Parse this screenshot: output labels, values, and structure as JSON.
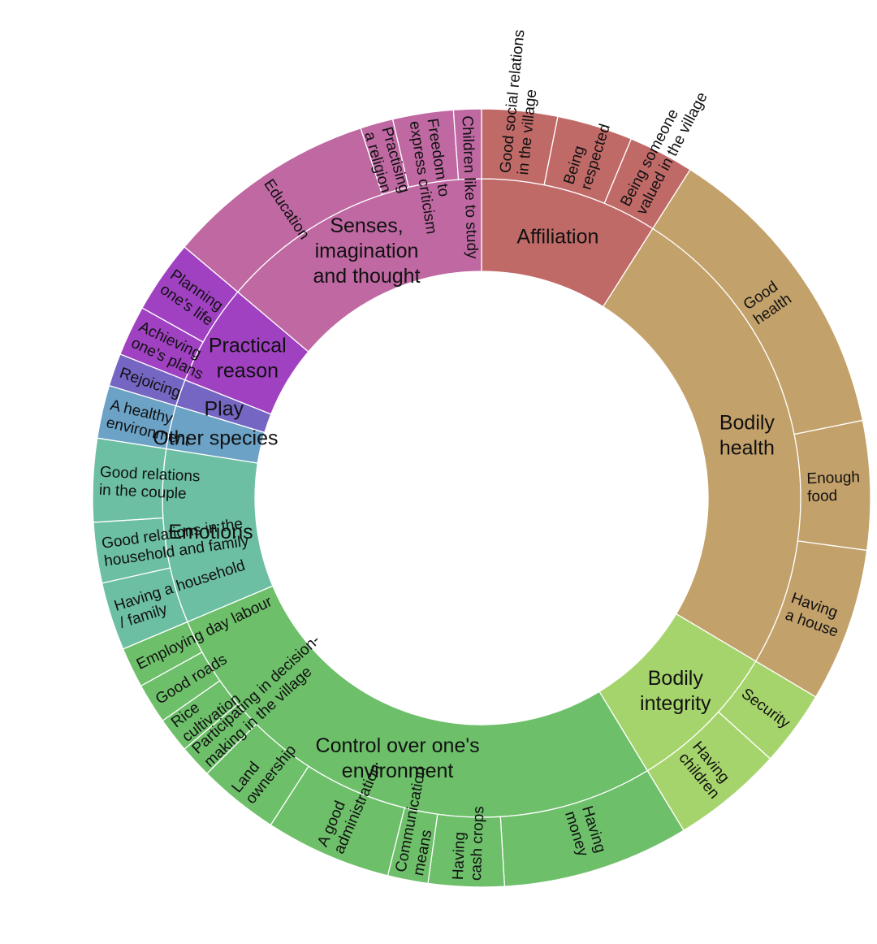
{
  "chart_data": {
    "type": "sunburst",
    "title": "",
    "categories": [
      {
        "name": "Affiliation",
        "label_lines": [
          "Affiliation"
        ],
        "color": "#c06a68",
        "children": [
          {
            "name": "Good social relations in the village",
            "lines": [
              "Good social relations",
              "in the village"
            ],
            "value": 3.0
          },
          {
            "name": "Being respected",
            "lines": [
              "Being",
              "respected"
            ],
            "value": 3.0
          },
          {
            "name": "Being someone valued in the village",
            "lines": [
              "Being someone",
              "valued in the village"
            ],
            "value": 2.6
          }
        ]
      },
      {
        "name": "Bodily health",
        "label_lines": [
          "Bodily",
          "health"
        ],
        "color": "#c3a16a",
        "children": [
          {
            "name": "Good health",
            "lines": [
              "Good",
              "health"
            ],
            "value": 12.2
          },
          {
            "name": "Enough food",
            "lines": [
              "Enough",
              "food"
            ],
            "value": 5.1
          },
          {
            "name": "Having a house",
            "lines": [
              "Having",
              "a house"
            ],
            "value": 6.1
          }
        ]
      },
      {
        "name": "Bodily integrity",
        "label_lines": [
          "Bodily",
          "integrity"
        ],
        "color": "#a6d46c",
        "children": [
          {
            "name": "Security",
            "lines": [
              "Security"
            ],
            "value": 3.0
          },
          {
            "name": "Having children",
            "lines": [
              "Having",
              "children"
            ],
            "value": 4.4
          }
        ]
      },
      {
        "name": "Control over one's environment",
        "label_lines": [
          "Control over one's",
          "environment"
        ],
        "color": "#6dbf6a",
        "children": [
          {
            "name": "Having money",
            "lines": [
              "Having",
              "money"
            ],
            "value": 7.4
          },
          {
            "name": "Having cash crops",
            "lines": [
              "Having",
              "cash crops"
            ],
            "value": 3.0
          },
          {
            "name": "Communication means",
            "lines": [
              "Communication",
              "means"
            ],
            "value": 1.6
          },
          {
            "name": "A good administration",
            "lines": [
              "A good",
              "administration"
            ],
            "value": 5.0
          },
          {
            "name": "Land ownership",
            "lines": [
              "Land",
              "ownership"
            ],
            "value": 3.2
          },
          {
            "name": "Participating in decision-making in the village",
            "lines": [
              "Participating in decision-",
              "making in the village"
            ],
            "value": 1.3
          },
          {
            "name": "Rice cultivation",
            "lines": [
              "Rice",
              "cultivation"
            ],
            "value": 1.4
          },
          {
            "name": "Good roads",
            "lines": [
              "Good roads"
            ],
            "value": 1.6
          },
          {
            "name": "Employing day labour",
            "lines": [
              "Employing day labour"
            ],
            "value": 1.6
          }
        ]
      },
      {
        "name": "Emotions",
        "label_lines": [
          "Emotions"
        ],
        "color": "#6cbfa2",
        "children": [
          {
            "name": "Having a household / family",
            "lines": [
              "Having a household",
              "/ family"
            ],
            "value": 2.7
          },
          {
            "name": "Good relations in the household and family",
            "lines": [
              "Good relations in the",
              "household and family"
            ],
            "value": 2.4
          },
          {
            "name": "Good relations in the couple",
            "lines": [
              "Good relations",
              "in the couple"
            ],
            "value": 3.3
          }
        ]
      },
      {
        "name": "Other species",
        "label_lines": [
          "Other species"
        ],
        "color": "#6ba2c6",
        "children": [
          {
            "name": "A healthy environment",
            "lines": [
              "A healthy",
              "environment"
            ],
            "value": 2.1
          }
        ]
      },
      {
        "name": "Play",
        "label_lines": [
          "Play"
        ],
        "color": "#7466c2",
        "children": [
          {
            "name": "Rejoicing",
            "lines": [
              "Rejoicing"
            ],
            "value": 1.3
          }
        ]
      },
      {
        "name": "Practical reason",
        "label_lines": [
          "Practical",
          "reason"
        ],
        "color": "#a041c2",
        "children": [
          {
            "name": "Achieving one's plans",
            "lines": [
              "Achieving",
              "one's plans"
            ],
            "value": 2.0
          },
          {
            "name": "Planning one's life",
            "lines": [
              "Planning",
              "one's life"
            ],
            "value": 2.9
          }
        ]
      },
      {
        "name": "Senses, imagination and thought",
        "label_lines": [
          "Senses,",
          "imagination",
          "and thought"
        ],
        "color": "#bf68a2",
        "children": [
          {
            "name": "Education",
            "lines": [
              "Education"
            ],
            "value": 8.4
          },
          {
            "name": "Practising a religion",
            "lines": [
              "Practising",
              "a religion"
            ],
            "value": 1.3
          },
          {
            "name": "Freedom to express criticism",
            "lines": [
              "Freedom to",
              "express criticism"
            ],
            "value": 2.4
          },
          {
            "name": "Children like to study",
            "lines": [
              "Children like to study"
            ],
            "value": 1.1
          }
        ]
      }
    ]
  }
}
